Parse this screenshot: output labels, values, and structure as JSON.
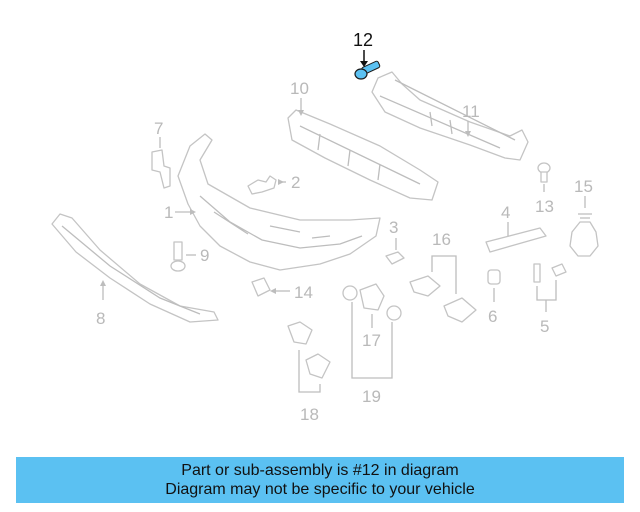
{
  "diagram": {
    "callouts": {
      "p1": "1",
      "p2": "2",
      "p3": "3",
      "p4": "4",
      "p5": "5",
      "p6": "6",
      "p7": "7",
      "p8": "8",
      "p9": "9",
      "p10": "10",
      "p11": "11",
      "p12": "12",
      "p13": "13",
      "p14": "14",
      "p15": "15",
      "p16": "16",
      "p17": "17",
      "p18": "18",
      "p19": "19"
    },
    "highlighted_part": "12",
    "colors": {
      "highlight": "#5bc1f2",
      "parts": "#c4c4c4",
      "callout_text": "#b9b9b9",
      "banner": "#5bc1f2"
    }
  },
  "banner": {
    "line1": "Part or sub-assembly is #12 in diagram",
    "line2": "Diagram may not be specific to your vehicle"
  }
}
